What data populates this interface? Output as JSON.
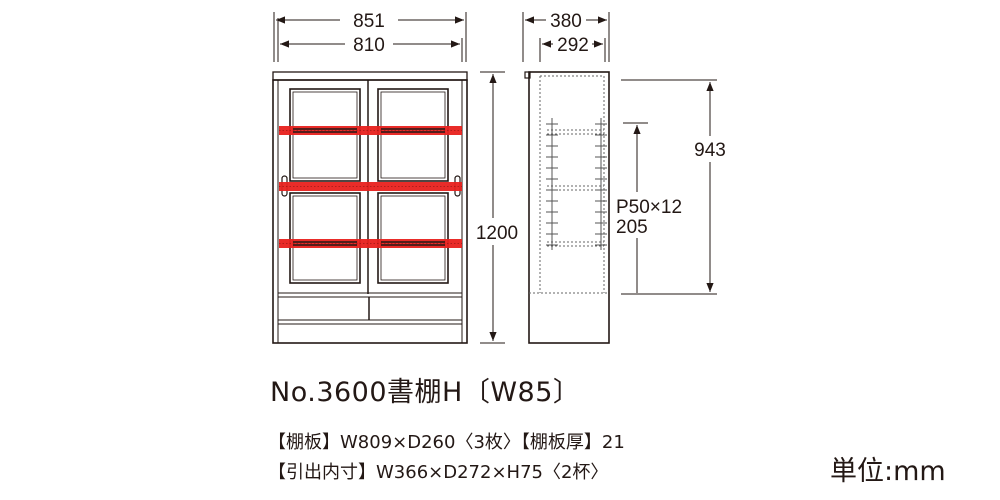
{
  "product": {
    "title": "No.3600書棚H〔W85〕",
    "specs": [
      "【棚板】W809×D260〈3枚〉【棚板厚】21",
      "【引出内寸】W366×D272×H75〈2杯〉"
    ],
    "unit_label": "単位:mm"
  },
  "front_view": {
    "dimensions": {
      "outer_width": "851",
      "inner_width": "810",
      "height": "1200"
    },
    "shelf_highlight_color": "#e8211d",
    "shelf_count": 3,
    "drawer_count": 2
  },
  "side_view": {
    "dimensions": {
      "outer_depth": "380",
      "inner_depth": "292",
      "interior_height": "943",
      "shelf_pitch_label": "P50×12",
      "shelf_pitch_start": "205"
    }
  },
  "colors": {
    "line": "#231815",
    "highlight": "#e8211d",
    "dashed": "#666666"
  }
}
